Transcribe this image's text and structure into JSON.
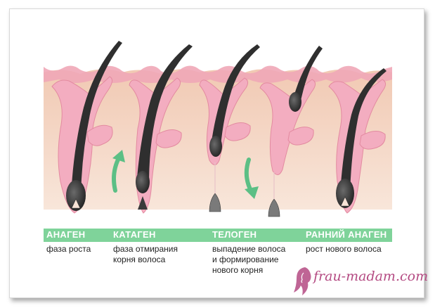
{
  "phases": [
    {
      "title": "АНАГЕН",
      "desc": "фаза роста"
    },
    {
      "title": "КАТАГЕН",
      "desc": "фаза отмирания\nкорня волоса"
    },
    {
      "title": "ТЕЛОГЕН",
      "desc": "выпадение волоса\nи формирование\nнового корня"
    },
    {
      "title": "РАННИЙ АНАГЕН",
      "desc": "рост нового волоса"
    }
  ],
  "brand": {
    "text": "frau-madam.com"
  },
  "colors": {
    "skin_top": "#f1c9b3",
    "skin_bottom": "#f7e3d6",
    "epidermis": "#f0a7b7",
    "follicle": "#f3adc0",
    "hair": "#2f2f2f",
    "arrow": "#5cbf85",
    "band": "#7fd39a",
    "brand": "#b44a82"
  },
  "icons": {
    "arrow_up": "arrow-up-icon",
    "arrow_down": "arrow-down-icon",
    "brand_logo": "woman-profile-icon"
  }
}
